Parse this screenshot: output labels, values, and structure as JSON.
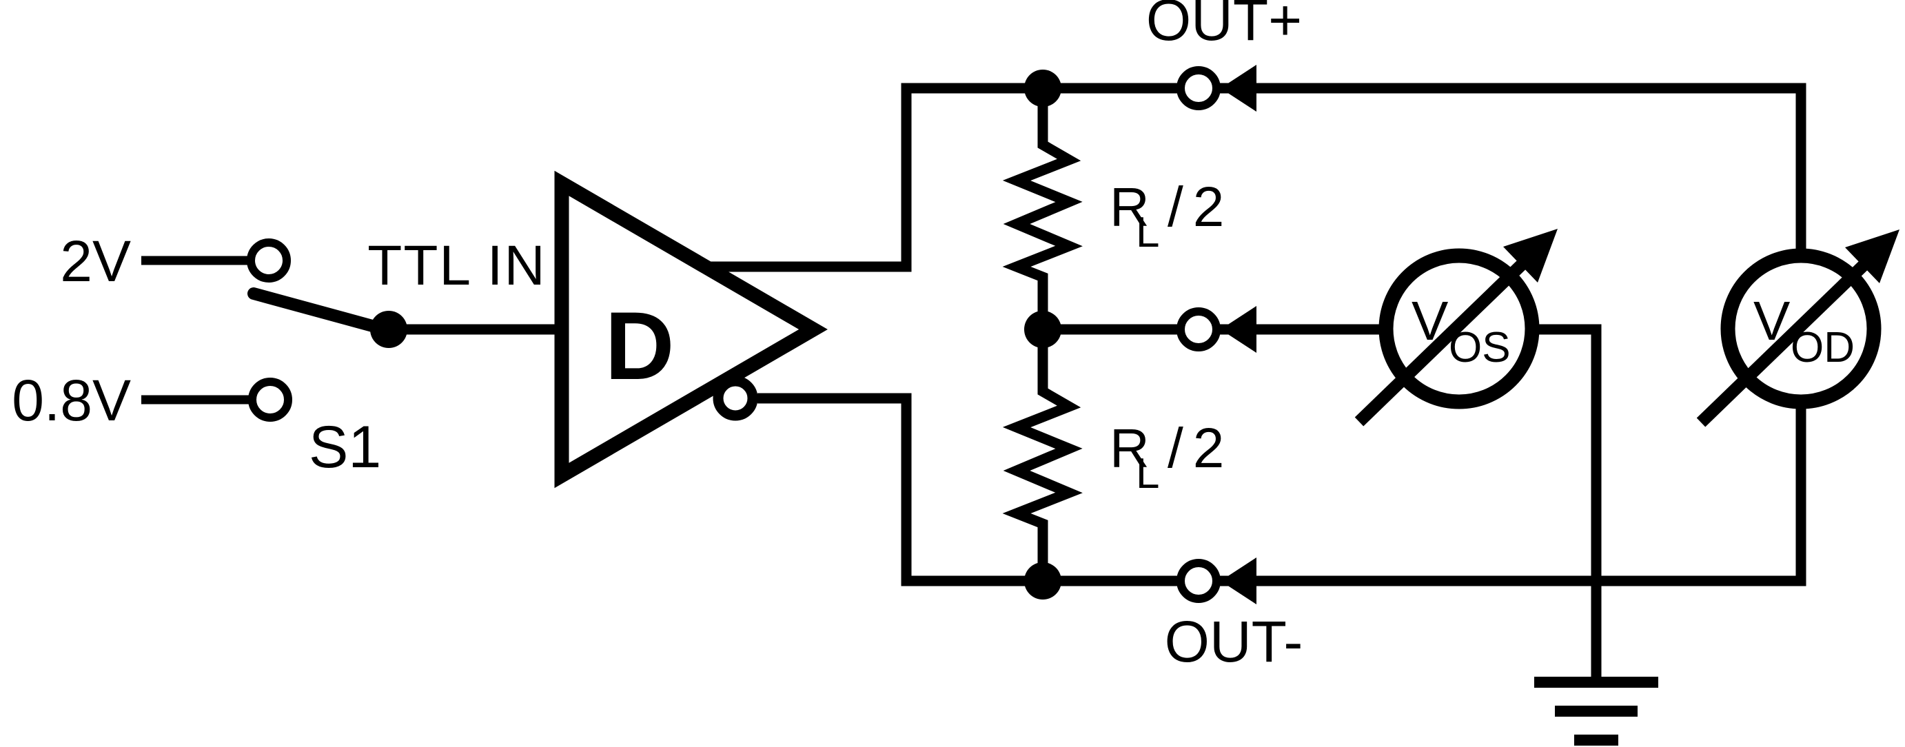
{
  "colors": {
    "ink": "#000000",
    "paper": "#ffffff"
  },
  "sources": {
    "high_label": "2V",
    "low_label": "0.8V",
    "switch_label": "S1",
    "input_label": "TTL IN"
  },
  "driver": {
    "label": "D"
  },
  "outputs": {
    "out_plus": "OUT+",
    "out_minus": "OUT-"
  },
  "load": {
    "resistor_top": {
      "base": "R",
      "sub": "L",
      "suffix": "/2"
    },
    "resistor_bottom": {
      "base": "R",
      "sub": "L",
      "suffix": "/2"
    }
  },
  "meters": {
    "vos": {
      "base": "V",
      "sub": "OS"
    },
    "vod": {
      "base": "V",
      "sub": "OD"
    }
  }
}
